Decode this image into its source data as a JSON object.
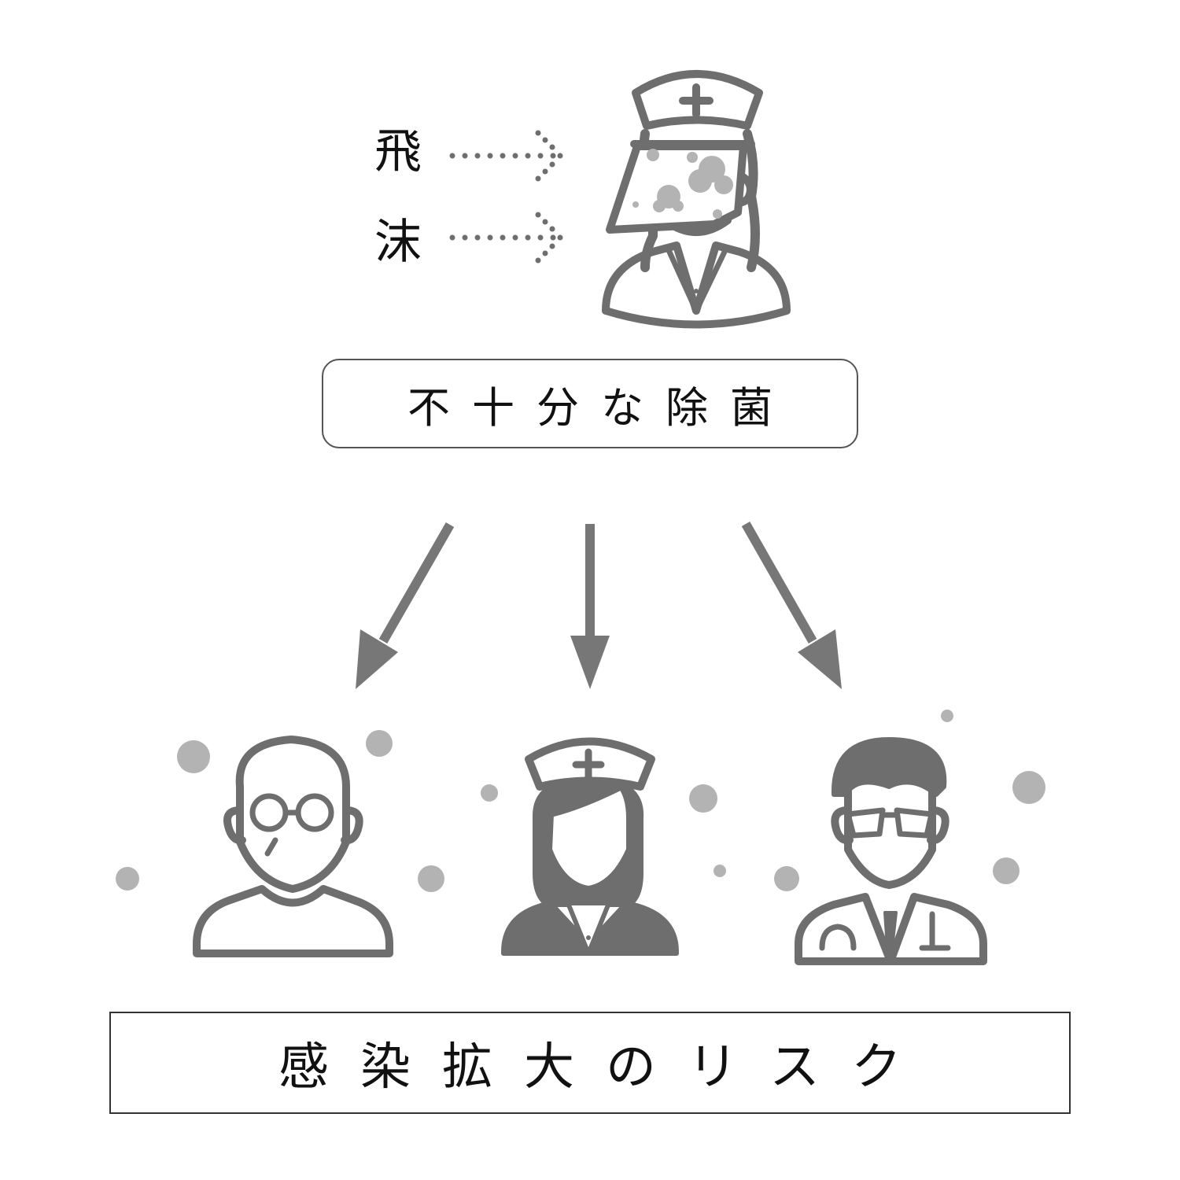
{
  "labels": {
    "droplet_top": "飛",
    "droplet_bottom": "沫",
    "cause": "不十分な除菌",
    "result": "感染拡大のリスク"
  },
  "colors": {
    "icon_stroke": "#6e6e6e",
    "droplet": "#b3b3b3",
    "arrow": "#777777",
    "text": "#111111"
  },
  "icons": {
    "top": "nurse-with-face-shield-icon",
    "bottom_left": "bald-man-with-glasses-icon",
    "bottom_center": "nurse-icon",
    "bottom_right": "doctor-with-stethoscope-icon"
  }
}
